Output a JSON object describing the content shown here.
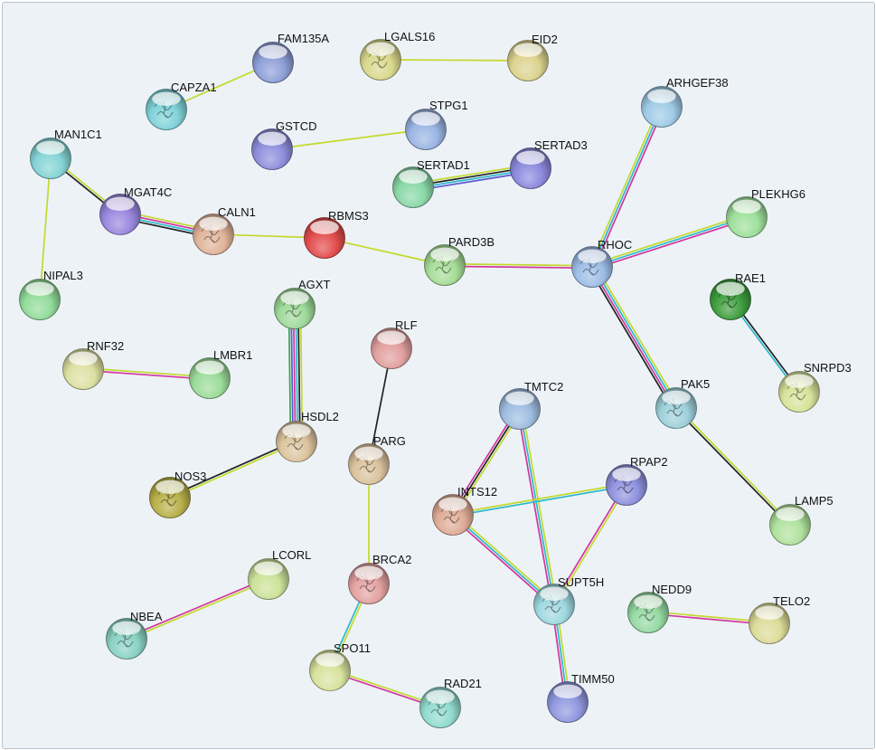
{
  "palette": {
    "textmining": "#c3d92c",
    "coexpression": "#222222",
    "experiments": "#d2369e",
    "databases": "#2eb9c9",
    "homology": "#5b57d2",
    "neighborhood": "#35a64f"
  },
  "nodes": [
    {
      "id": "FAM135A",
      "label": "FAM135A",
      "color": "#8f9fd8",
      "structure": false
    },
    {
      "id": "LGALS16",
      "label": "LGALS16",
      "color": "#d9d88d",
      "structure": true
    },
    {
      "id": "EID2",
      "label": "EID2",
      "color": "#dcd38e",
      "structure": false
    },
    {
      "id": "CAPZA1",
      "label": "CAPZA1",
      "color": "#7fd3d8",
      "structure": true
    },
    {
      "id": "STPG1",
      "label": "STPG1",
      "color": "#9bb5e3",
      "structure": false
    },
    {
      "id": "GSTCD",
      "label": "GSTCD",
      "color": "#8e8fdc",
      "structure": false
    },
    {
      "id": "ARHGEF38",
      "label": "ARHGEF38",
      "color": "#9fcbe6",
      "structure": false
    },
    {
      "id": "MAN1C1",
      "label": "MAN1C1",
      "color": "#86d4d6",
      "structure": false
    },
    {
      "id": "SERTAD3",
      "label": "SERTAD3",
      "color": "#8d8ade",
      "structure": false
    },
    {
      "id": "SERTAD1",
      "label": "SERTAD1",
      "color": "#8ad8a8",
      "structure": false
    },
    {
      "id": "MGAT4C",
      "label": "MGAT4C",
      "color": "#9a87de",
      "structure": false
    },
    {
      "id": "CALN1",
      "label": "CALN1",
      "color": "#e0b49a",
      "structure": true
    },
    {
      "id": "RBMS3",
      "label": "RBMS3",
      "color": "#e34d4d",
      "structure": false
    },
    {
      "id": "PARD3B",
      "label": "PARD3B",
      "color": "#a6dc96",
      "structure": true
    },
    {
      "id": "RHOC",
      "label": "RHOC",
      "color": "#9dbde6",
      "structure": true
    },
    {
      "id": "PLEKHG6",
      "label": "PLEKHG6",
      "color": "#9ee09c",
      "structure": false
    },
    {
      "id": "NIPAL3",
      "label": "NIPAL3",
      "color": "#93dc9a",
      "structure": false
    },
    {
      "id": "AGXT",
      "label": "AGXT",
      "color": "#9ed99a",
      "structure": true
    },
    {
      "id": "RAE1",
      "label": "RAE1",
      "color": "#3e9e3e",
      "structure": true
    },
    {
      "id": "RLF",
      "label": "RLF",
      "color": "#e2a0a0",
      "structure": false
    },
    {
      "id": "RNF32",
      "label": "RNF32",
      "color": "#dde0a2",
      "structure": false
    },
    {
      "id": "LMBR1",
      "label": "LMBR1",
      "color": "#9cdc9a",
      "structure": false
    },
    {
      "id": "SNRPD3",
      "label": "SNRPD3",
      "color": "#d6e39a",
      "structure": true
    },
    {
      "id": "TMTC2",
      "label": "TMTC2",
      "color": "#9fbde0",
      "structure": false
    },
    {
      "id": "PAK5",
      "label": "PAK5",
      "color": "#9ed0da",
      "structure": true
    },
    {
      "id": "HSDL2",
      "label": "HSDL2",
      "color": "#dcc49e",
      "structure": true
    },
    {
      "id": "PARG",
      "label": "PARG",
      "color": "#dbc29e",
      "structure": true
    },
    {
      "id": "RPAP2",
      "label": "RPAP2",
      "color": "#8f92de",
      "structure": true
    },
    {
      "id": "NOS3",
      "label": "NOS3",
      "color": "#b8b04a",
      "structure": true
    },
    {
      "id": "INTS12",
      "label": "INTS12",
      "color": "#dfac98",
      "structure": true
    },
    {
      "id": "LAMP5",
      "label": "LAMP5",
      "color": "#b0e29e",
      "structure": false
    },
    {
      "id": "LCORL",
      "label": "LCORL",
      "color": "#cce29a",
      "structure": false
    },
    {
      "id": "BRCA2",
      "label": "BRCA2",
      "color": "#e3a2a2",
      "structure": true
    },
    {
      "id": "SUPT5H",
      "label": "SUPT5H",
      "color": "#9fd8e0",
      "structure": true
    },
    {
      "id": "NEDD9",
      "label": "NEDD9",
      "color": "#96daa3",
      "structure": true
    },
    {
      "id": "TELO2",
      "label": "TELO2",
      "color": "#dcdc9a",
      "structure": false
    },
    {
      "id": "NBEA",
      "label": "NBEA",
      "color": "#8ad2c4",
      "structure": true
    },
    {
      "id": "SPO11",
      "label": "SPO11",
      "color": "#d8e29e",
      "structure": false
    },
    {
      "id": "RAD21",
      "label": "RAD21",
      "color": "#92dbd0",
      "structure": true
    },
    {
      "id": "TIMM50",
      "label": "TIMM50",
      "color": "#9098de",
      "structure": false
    }
  ],
  "edges": [
    {
      "from": "CAPZA1",
      "to": "FAM135A",
      "types": [
        "textmining"
      ]
    },
    {
      "from": "LGALS16",
      "to": "EID2",
      "types": [
        "textmining"
      ]
    },
    {
      "from": "GSTCD",
      "to": "STPG1",
      "types": [
        "textmining"
      ]
    },
    {
      "from": "SERTAD1",
      "to": "SERTAD3",
      "types": [
        "textmining",
        "coexpression",
        "databases",
        "homology"
      ]
    },
    {
      "from": "MAN1C1",
      "to": "MGAT4C",
      "types": [
        "textmining",
        "coexpression"
      ]
    },
    {
      "from": "MAN1C1",
      "to": "NIPAL3",
      "types": [
        "textmining"
      ]
    },
    {
      "from": "MGAT4C",
      "to": "CALN1",
      "types": [
        "textmining",
        "experiments",
        "databases",
        "coexpression"
      ]
    },
    {
      "from": "CALN1",
      "to": "RBMS3",
      "types": [
        "textmining"
      ]
    },
    {
      "from": "RBMS3",
      "to": "PARD3B",
      "types": [
        "textmining"
      ]
    },
    {
      "from": "PARD3B",
      "to": "RHOC",
      "types": [
        "textmining",
        "experiments"
      ]
    },
    {
      "from": "RHOC",
      "to": "ARHGEF38",
      "types": [
        "textmining",
        "databases",
        "experiments"
      ]
    },
    {
      "from": "RHOC",
      "to": "PLEKHG6",
      "types": [
        "textmining",
        "databases",
        "experiments"
      ]
    },
    {
      "from": "RHOC",
      "to": "PAK5",
      "types": [
        "textmining",
        "databases",
        "experiments",
        "coexpression"
      ]
    },
    {
      "from": "PAK5",
      "to": "LAMP5",
      "types": [
        "textmining",
        "coexpression"
      ]
    },
    {
      "from": "RAE1",
      "to": "SNRPD3",
      "types": [
        "coexpression",
        "databases"
      ]
    },
    {
      "from": "AGXT",
      "to": "HSDL2",
      "types": [
        "textmining",
        "coexpression",
        "databases",
        "experiments",
        "homology",
        "neighborhood"
      ]
    },
    {
      "from": "HSDL2",
      "to": "NOS3",
      "types": [
        "textmining",
        "coexpression"
      ]
    },
    {
      "from": "RNF32",
      "to": "LMBR1",
      "types": [
        "textmining",
        "experiments"
      ]
    },
    {
      "from": "RLF",
      "to": "PARG",
      "types": [
        "coexpression"
      ]
    },
    {
      "from": "PARG",
      "to": "BRCA2",
      "types": [
        "textmining"
      ]
    },
    {
      "from": "BRCA2",
      "to": "SPO11",
      "types": [
        "textmining",
        "databases"
      ]
    },
    {
      "from": "SPO11",
      "to": "RAD21",
      "types": [
        "textmining",
        "experiments"
      ]
    },
    {
      "from": "LCORL",
      "to": "NBEA",
      "types": [
        "textmining",
        "experiments"
      ]
    },
    {
      "from": "TMTC2",
      "to": "INTS12",
      "types": [
        "textmining",
        "coexpression",
        "experiments"
      ]
    },
    {
      "from": "TMTC2",
      "to": "SUPT5H",
      "types": [
        "textmining",
        "databases",
        "experiments"
      ]
    },
    {
      "from": "INTS12",
      "to": "RPAP2",
      "types": [
        "textmining",
        "databases"
      ]
    },
    {
      "from": "INTS12",
      "to": "SUPT5H",
      "types": [
        "textmining",
        "databases",
        "experiments"
      ]
    },
    {
      "from": "RPAP2",
      "to": "SUPT5H",
      "types": [
        "textmining",
        "experiments"
      ]
    },
    {
      "from": "SUPT5H",
      "to": "TIMM50",
      "types": [
        "textmining",
        "databases",
        "experiments"
      ]
    },
    {
      "from": "NEDD9",
      "to": "TELO2",
      "types": [
        "textmining",
        "experiments"
      ]
    }
  ]
}
